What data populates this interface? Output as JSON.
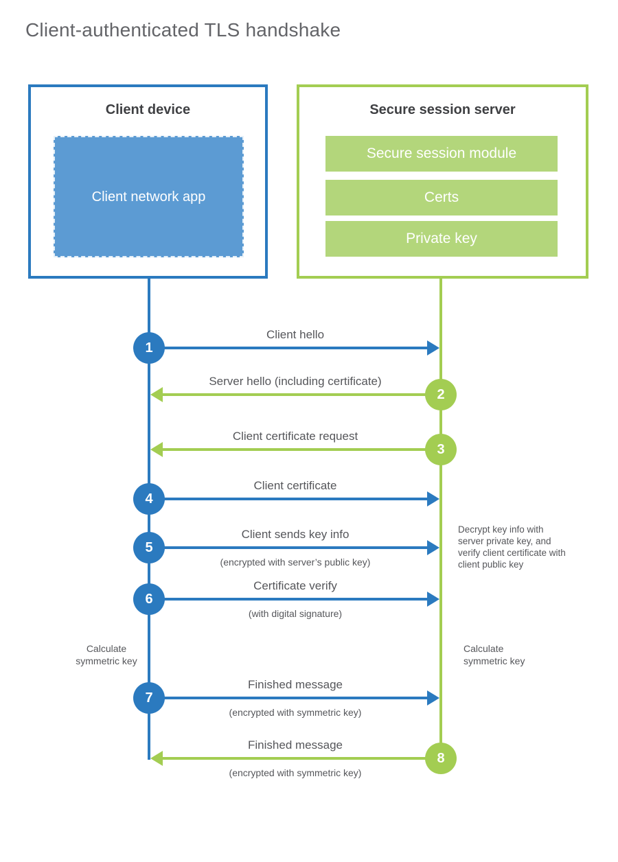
{
  "title": "Client-authenticated TLS handshake",
  "client_box": {
    "title": "Client device",
    "app_label": "Client network app"
  },
  "server_box": {
    "title": "Secure session server",
    "modules": [
      "Secure session module",
      "Certs",
      "Private key"
    ]
  },
  "steps": [
    {
      "num": "1",
      "from": "client",
      "label": "Client hello"
    },
    {
      "num": "2",
      "from": "server",
      "label": "Server hello (including certificate)"
    },
    {
      "num": "3",
      "from": "server",
      "label": "Client certificate request"
    },
    {
      "num": "4",
      "from": "client",
      "label": "Client certificate"
    },
    {
      "num": "5",
      "from": "client",
      "label": "Client sends key info",
      "sub": "(encrypted with server’s public key)"
    },
    {
      "num": "6",
      "from": "client",
      "label": "Certificate verify",
      "sub": "(with digital signature)"
    },
    {
      "num": "7",
      "from": "client",
      "label": "Finished message",
      "sub": "(encrypted with symmetric key)"
    },
    {
      "num": "8",
      "from": "server",
      "label": "Finished message",
      "sub": "(encrypted with symmetric key)"
    }
  ],
  "annotations": {
    "decrypt_note": "Decrypt key info with server private key, and verify client certificate with client public key",
    "calculate_left": "Calculate symmetric key",
    "calculate_right": "Calculate symmetric key"
  },
  "colors": {
    "blue": "#2b7abf",
    "blue_fill": "#5c9bd3",
    "green": "#a3cd52",
    "green_fill": "#b3d67b",
    "heading_text": "#3f4043",
    "label_text": "#55565a",
    "title_text": "#636468"
  }
}
